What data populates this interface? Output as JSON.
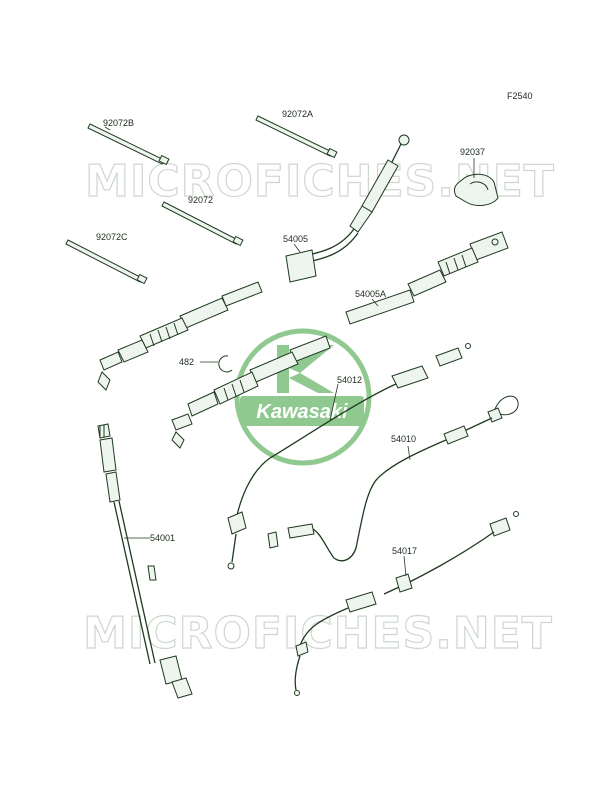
{
  "figure_code": "F2540",
  "watermark_text": "MICROFICHES.NET",
  "brand_text": "Kawasaki",
  "colors": {
    "line": "#1f3a1f",
    "brand_green": "#8fc98f",
    "watermark_stroke": "#cfd6cf"
  },
  "parts": [
    {
      "id": "92072B",
      "label": "92072B"
    },
    {
      "id": "92072A",
      "label": "92072A"
    },
    {
      "id": "92037",
      "label": "92037"
    },
    {
      "id": "92072",
      "label": "92072"
    },
    {
      "id": "92072C",
      "label": "92072C"
    },
    {
      "id": "54005",
      "label": "54005"
    },
    {
      "id": "54005A",
      "label": "54005A"
    },
    {
      "id": "482",
      "label": "482"
    },
    {
      "id": "54012",
      "label": "54012"
    },
    {
      "id": "54010",
      "label": "54010"
    },
    {
      "id": "54001",
      "label": "54001"
    },
    {
      "id": "54017",
      "label": "54017"
    }
  ]
}
